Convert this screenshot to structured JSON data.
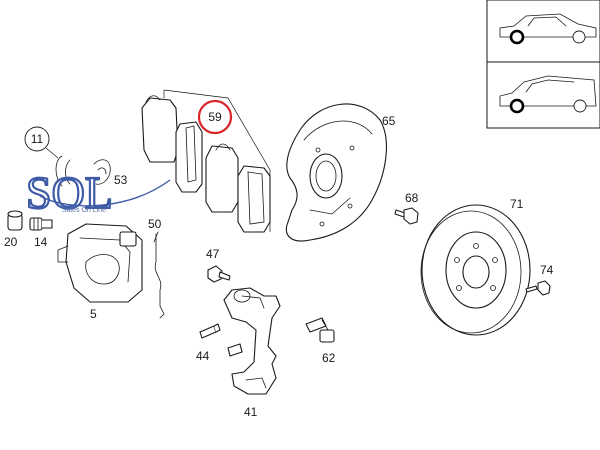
{
  "callouts": {
    "c5": "5",
    "c11": "11",
    "c14": "14",
    "c20": "20",
    "c41": "41",
    "c44": "44",
    "c47": "47",
    "c50": "50",
    "c53": "53",
    "c59": "59",
    "c62": "62",
    "c65": "65",
    "c68": "68",
    "c71": "71",
    "c74": "74"
  },
  "highlighted_callout": "59",
  "logo": {
    "letters": "SOL",
    "tagline": "Sales On Line",
    "color": "#3f5aa6"
  },
  "highlight_color": "#d9262c",
  "position_indicator": {
    "sedan_icon": "sedan-front-wheel-icon",
    "wagon_icon": "wagon-front-wheel-icon"
  }
}
